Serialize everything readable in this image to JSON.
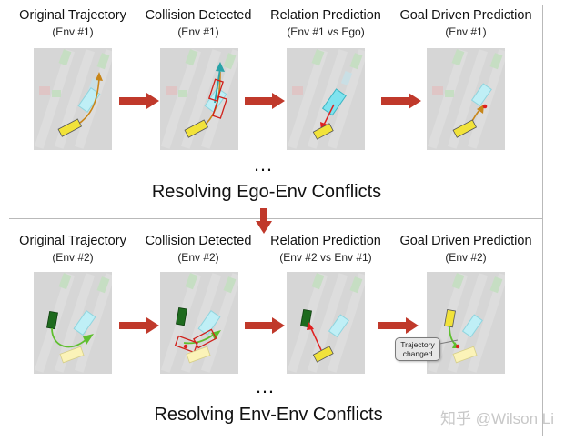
{
  "row1": {
    "panels": [
      {
        "title": "Original Trajectory",
        "subtitle": "(Env #1)"
      },
      {
        "title": "Collision Detected",
        "subtitle": "(Env #1)"
      },
      {
        "title": "Relation Prediction",
        "subtitle": "(Env #1 vs Ego)"
      },
      {
        "title": "Goal Driven Prediction",
        "subtitle": "(Env #1)"
      }
    ],
    "ellipsis": "…",
    "section_label": "Resolving Ego-Env Conflicts"
  },
  "row2": {
    "panels": [
      {
        "title": "Original Trajectory",
        "subtitle": "(Env #2)"
      },
      {
        "title": "Collision Detected",
        "subtitle": "(Env #2)"
      },
      {
        "title": "Relation Prediction",
        "subtitle": "(Env #2 vs Env #1)"
      },
      {
        "title": "Goal Driven Prediction",
        "subtitle": "(Env #2)"
      }
    ],
    "callout_line1": "Trajectory",
    "callout_line2": "changed",
    "ellipsis": "…",
    "section_label": "Resolving Env-Env Conflicts"
  },
  "watermark": "知乎 @Wilson Li",
  "colors": {
    "flow_arrow": "#c0392b",
    "ego_vehicle": "#f1e23a",
    "env1_vehicle": "#7fe3ef",
    "env2_vehicle": "#1e6b1e",
    "trajectory_orange": "#c8861a",
    "trajectory_teal": "#2aa3a8",
    "trajectory_green": "#5fbf2f",
    "collision_box": "#d0201a",
    "relation_arrow": "#e02020",
    "map_background": "#d6d6d6"
  }
}
